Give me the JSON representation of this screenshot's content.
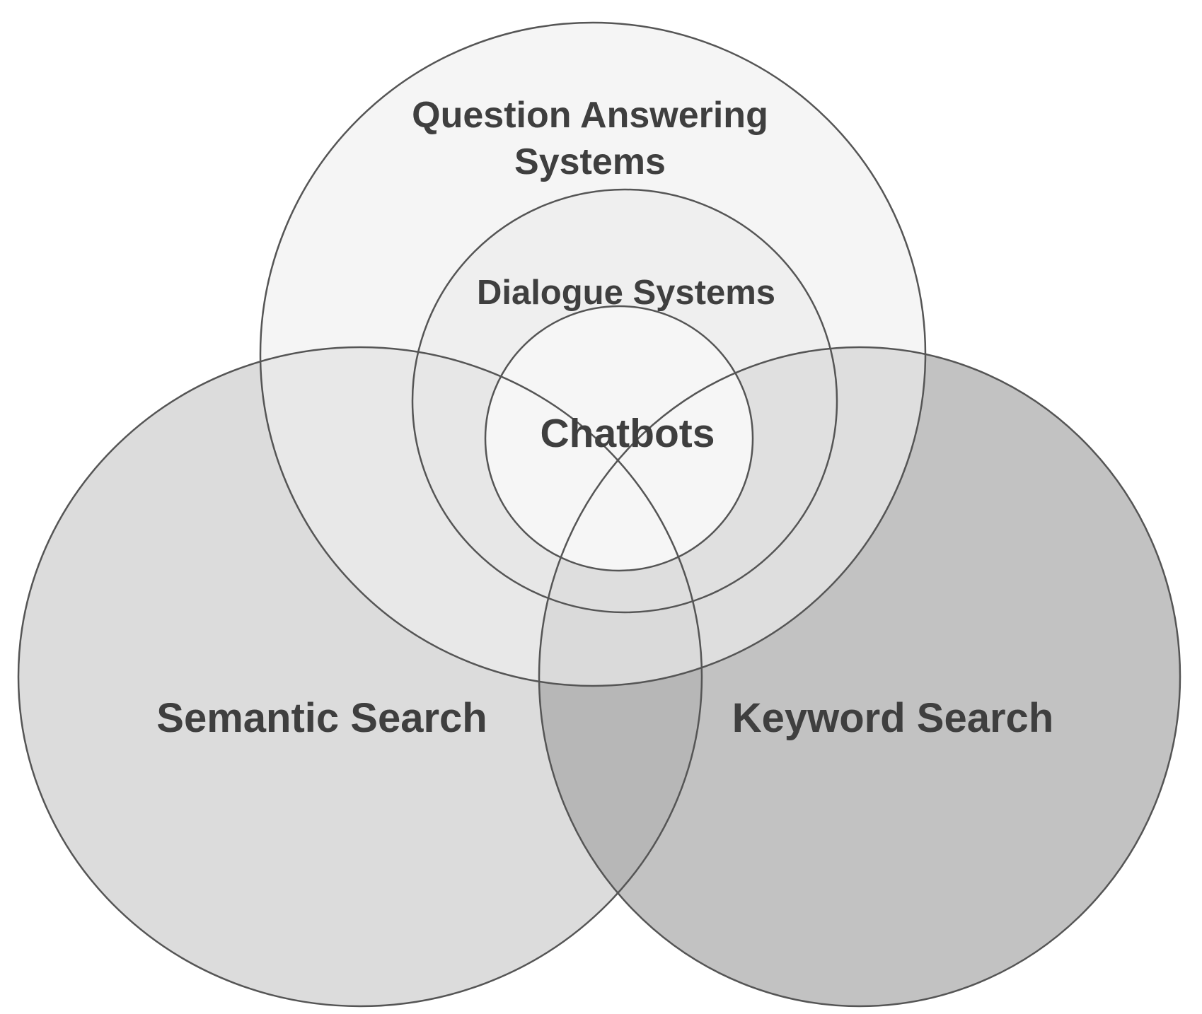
{
  "diagram": {
    "type": "venn",
    "sets": {
      "question_answering": {
        "label_line1": "Question Answering",
        "label_line2": "Systems",
        "fill": "#efefef"
      },
      "dialogue_systems": {
        "label": "Dialogue Systems",
        "fill": "#e6e6e6"
      },
      "chatbots": {
        "label": "Chatbots",
        "fill": "#f6f6f6"
      },
      "semantic_search": {
        "label": "Semantic Search",
        "fill": "#dcdcdc"
      },
      "keyword_search": {
        "label": "Keyword Search",
        "fill": "#c2c2c2"
      }
    },
    "outline_color": "#555555",
    "label_color": "#3f3f3f"
  }
}
